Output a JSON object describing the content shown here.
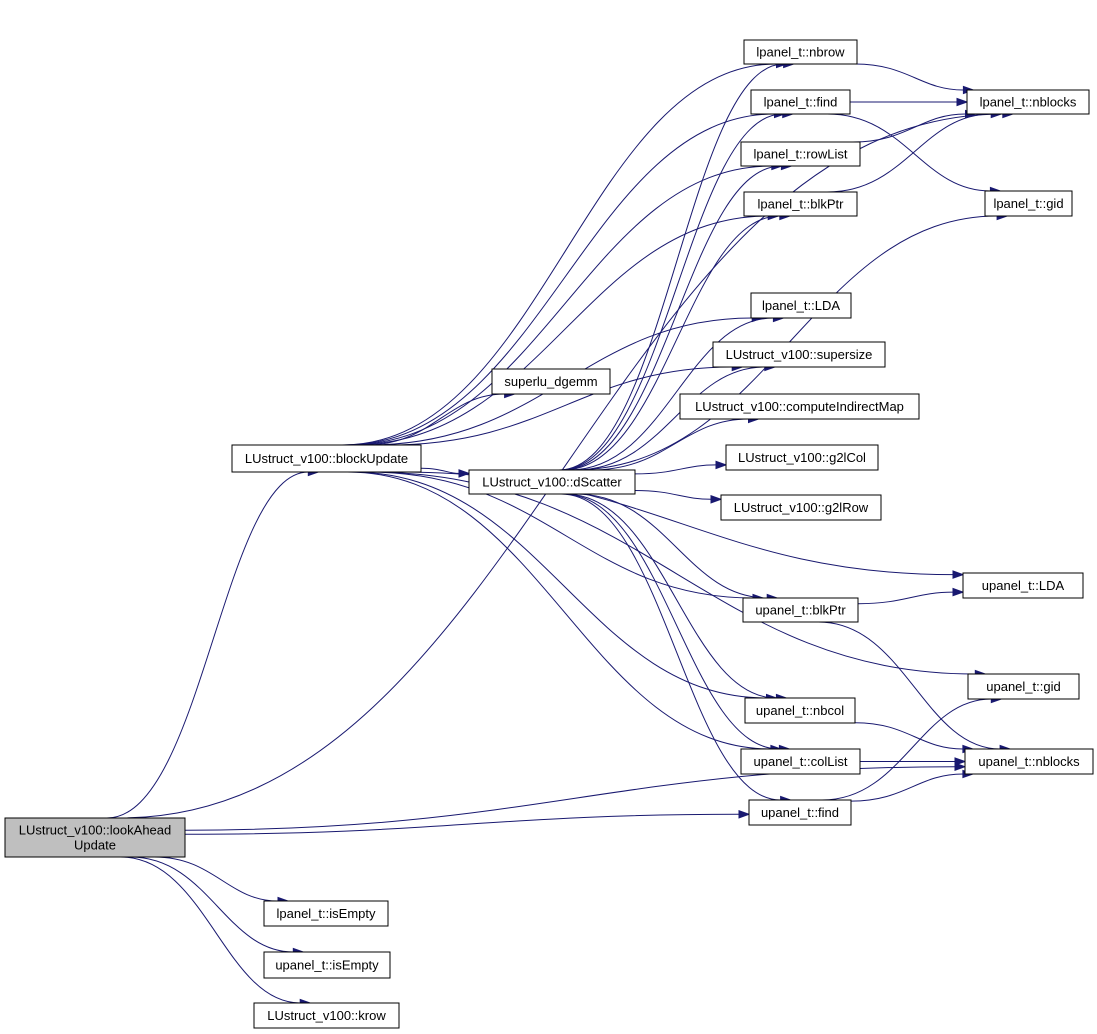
{
  "colors": {
    "edge": "#191970",
    "node_fill": "#ffffff",
    "root_fill": "#bfbfbf",
    "node_border": "#000000"
  },
  "nodes": [
    {
      "id": "lookAheadUpdate",
      "lines": [
        "LUstruct_v100::lookAhead",
        "Update"
      ],
      "root": true
    },
    {
      "id": "blockUpdate",
      "lines": [
        "LUstruct_v100::blockUpdate"
      ]
    },
    {
      "id": "lpanel_isEmpty",
      "lines": [
        "lpanel_t::isEmpty"
      ]
    },
    {
      "id": "upanel_isEmpty",
      "lines": [
        "upanel_t::isEmpty"
      ]
    },
    {
      "id": "krow",
      "lines": [
        "LUstruct_v100::krow"
      ]
    },
    {
      "id": "superlu_dgemm",
      "lines": [
        "superlu_dgemm"
      ]
    },
    {
      "id": "dScatter",
      "lines": [
        "LUstruct_v100::dScatter"
      ]
    },
    {
      "id": "lpanel_nbrow",
      "lines": [
        "lpanel_t::nbrow"
      ]
    },
    {
      "id": "lpanel_find",
      "lines": [
        "lpanel_t::find"
      ]
    },
    {
      "id": "lpanel_rowList",
      "lines": [
        "lpanel_t::rowList"
      ]
    },
    {
      "id": "lpanel_blkPtr",
      "lines": [
        "lpanel_t::blkPtr"
      ]
    },
    {
      "id": "lpanel_LDA",
      "lines": [
        "lpanel_t::LDA"
      ]
    },
    {
      "id": "supersize",
      "lines": [
        "LUstruct_v100::supersize"
      ]
    },
    {
      "id": "computeIndirectMap",
      "lines": [
        "LUstruct_v100::computeIndirectMap"
      ]
    },
    {
      "id": "g2lCol",
      "lines": [
        "LUstruct_v100::g2lCol"
      ]
    },
    {
      "id": "g2lRow",
      "lines": [
        "LUstruct_v100::g2lRow"
      ]
    },
    {
      "id": "upanel_blkPtr",
      "lines": [
        "upanel_t::blkPtr"
      ]
    },
    {
      "id": "upanel_nbcol",
      "lines": [
        "upanel_t::nbcol"
      ]
    },
    {
      "id": "upanel_colList",
      "lines": [
        "upanel_t::colList"
      ]
    },
    {
      "id": "upanel_find",
      "lines": [
        "upanel_t::find"
      ]
    },
    {
      "id": "lpanel_nblocks",
      "lines": [
        "lpanel_t::nblocks"
      ]
    },
    {
      "id": "lpanel_gid",
      "lines": [
        "lpanel_t::gid"
      ]
    },
    {
      "id": "upanel_LDA",
      "lines": [
        "upanel_t::LDA"
      ]
    },
    {
      "id": "upanel_gid",
      "lines": [
        "upanel_t::gid"
      ]
    },
    {
      "id": "upanel_nblocks",
      "lines": [
        "upanel_t::nblocks"
      ]
    }
  ],
  "edges": [
    [
      "lookAheadUpdate",
      "blockUpdate"
    ],
    [
      "lookAheadUpdate",
      "lpanel_isEmpty"
    ],
    [
      "lookAheadUpdate",
      "upanel_isEmpty"
    ],
    [
      "lookAheadUpdate",
      "krow"
    ],
    [
      "lookAheadUpdate",
      "lpanel_nblocks"
    ],
    [
      "lookAheadUpdate",
      "upanel_find"
    ],
    [
      "lookAheadUpdate",
      "upanel_nblocks"
    ],
    [
      "blockUpdate",
      "superlu_dgemm"
    ],
    [
      "blockUpdate",
      "dScatter"
    ],
    [
      "blockUpdate",
      "lpanel_nbrow"
    ],
    [
      "blockUpdate",
      "lpanel_find"
    ],
    [
      "blockUpdate",
      "lpanel_rowList"
    ],
    [
      "blockUpdate",
      "lpanel_blkPtr"
    ],
    [
      "blockUpdate",
      "lpanel_LDA"
    ],
    [
      "blockUpdate",
      "supersize"
    ],
    [
      "blockUpdate",
      "upanel_LDA"
    ],
    [
      "blockUpdate",
      "upanel_blkPtr"
    ],
    [
      "blockUpdate",
      "upanel_gid"
    ],
    [
      "blockUpdate",
      "upanel_nbcol"
    ],
    [
      "blockUpdate",
      "upanel_colList"
    ],
    [
      "dScatter",
      "lpanel_nbrow"
    ],
    [
      "dScatter",
      "lpanel_find"
    ],
    [
      "dScatter",
      "lpanel_rowList"
    ],
    [
      "dScatter",
      "lpanel_blkPtr"
    ],
    [
      "dScatter",
      "lpanel_gid"
    ],
    [
      "dScatter",
      "lpanel_LDA"
    ],
    [
      "dScatter",
      "supersize"
    ],
    [
      "dScatter",
      "computeIndirectMap"
    ],
    [
      "dScatter",
      "g2lCol"
    ],
    [
      "dScatter",
      "g2lRow"
    ],
    [
      "dScatter",
      "upanel_blkPtr"
    ],
    [
      "dScatter",
      "upanel_nbcol"
    ],
    [
      "dScatter",
      "upanel_colList"
    ],
    [
      "dScatter",
      "upanel_find"
    ],
    [
      "lpanel_nbrow",
      "lpanel_nblocks"
    ],
    [
      "lpanel_find",
      "lpanel_nblocks"
    ],
    [
      "lpanel_find",
      "lpanel_gid"
    ],
    [
      "lpanel_rowList",
      "lpanel_nblocks"
    ],
    [
      "lpanel_blkPtr",
      "lpanel_nblocks"
    ],
    [
      "upanel_blkPtr",
      "upanel_LDA"
    ],
    [
      "upanel_blkPtr",
      "upanel_nblocks"
    ],
    [
      "upanel_nbcol",
      "upanel_nblocks"
    ],
    [
      "upanel_colList",
      "upanel_nblocks"
    ],
    [
      "upanel_find",
      "upanel_gid"
    ],
    [
      "upanel_find",
      "upanel_nblocks"
    ]
  ]
}
